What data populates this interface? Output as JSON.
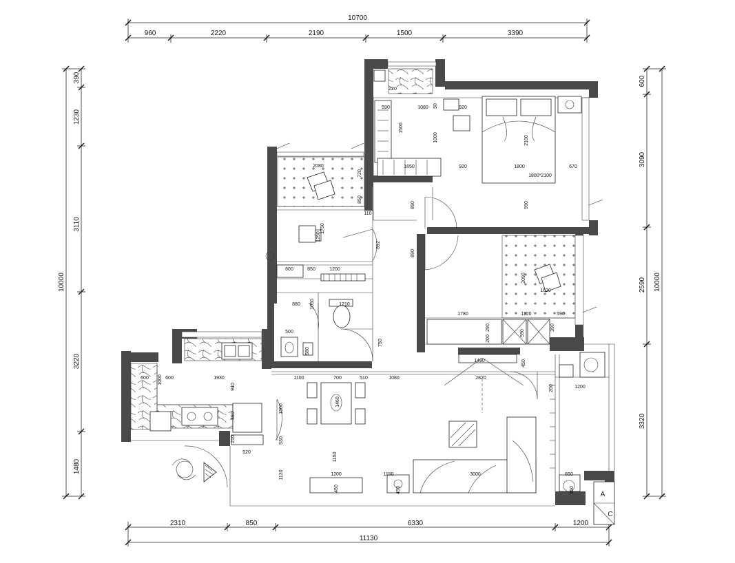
{
  "dimensions": {
    "top_total": "10700",
    "top_segments": [
      "960",
      "2220",
      "2190",
      "1500",
      "3390"
    ],
    "left_total": "10000",
    "left_segments": [
      "390",
      "1230",
      "3110",
      "3220",
      "1480"
    ],
    "right_total": "10000",
    "right_segments": [
      "600",
      "3090",
      "2590",
      "3320"
    ],
    "bottom_total": "11130",
    "bottom_segments": [
      "2310",
      "850",
      "6330",
      "1200"
    ]
  },
  "interior_dims": {
    "master": [
      "590",
      "1080",
      "50",
      "920",
      "1500",
      "1000",
      "920",
      "1800",
      "670",
      "2100",
      "990",
      "1800*2100",
      "1650",
      "220",
      "890",
      "890"
    ],
    "bedroom2": [
      "2080",
      "720",
      "850",
      "110",
      "1750",
      "1250",
      "892"
    ],
    "bath": [
      "600",
      "850",
      "1200",
      "880",
      "1050",
      "1210",
      "500",
      "580",
      "750"
    ],
    "bedroom3": [
      "2090",
      "1630",
      "1780",
      "1120",
      "590",
      "290",
      "200",
      "590",
      "390",
      "1490",
      "450"
    ],
    "kitchen": [
      "600",
      "600",
      "1930",
      "1000",
      "940",
      "550",
      "520",
      "210",
      "530"
    ],
    "living": [
      "1100",
      "700",
      "510",
      "1080",
      "2820",
      "1500",
      "1460",
      "1150",
      "1130",
      "1200",
      "450",
      "1150",
      "3000",
      "450",
      "650",
      "1200",
      "200",
      "450"
    ]
  },
  "labels": {
    "box_a": "A",
    "box_c": "C"
  }
}
